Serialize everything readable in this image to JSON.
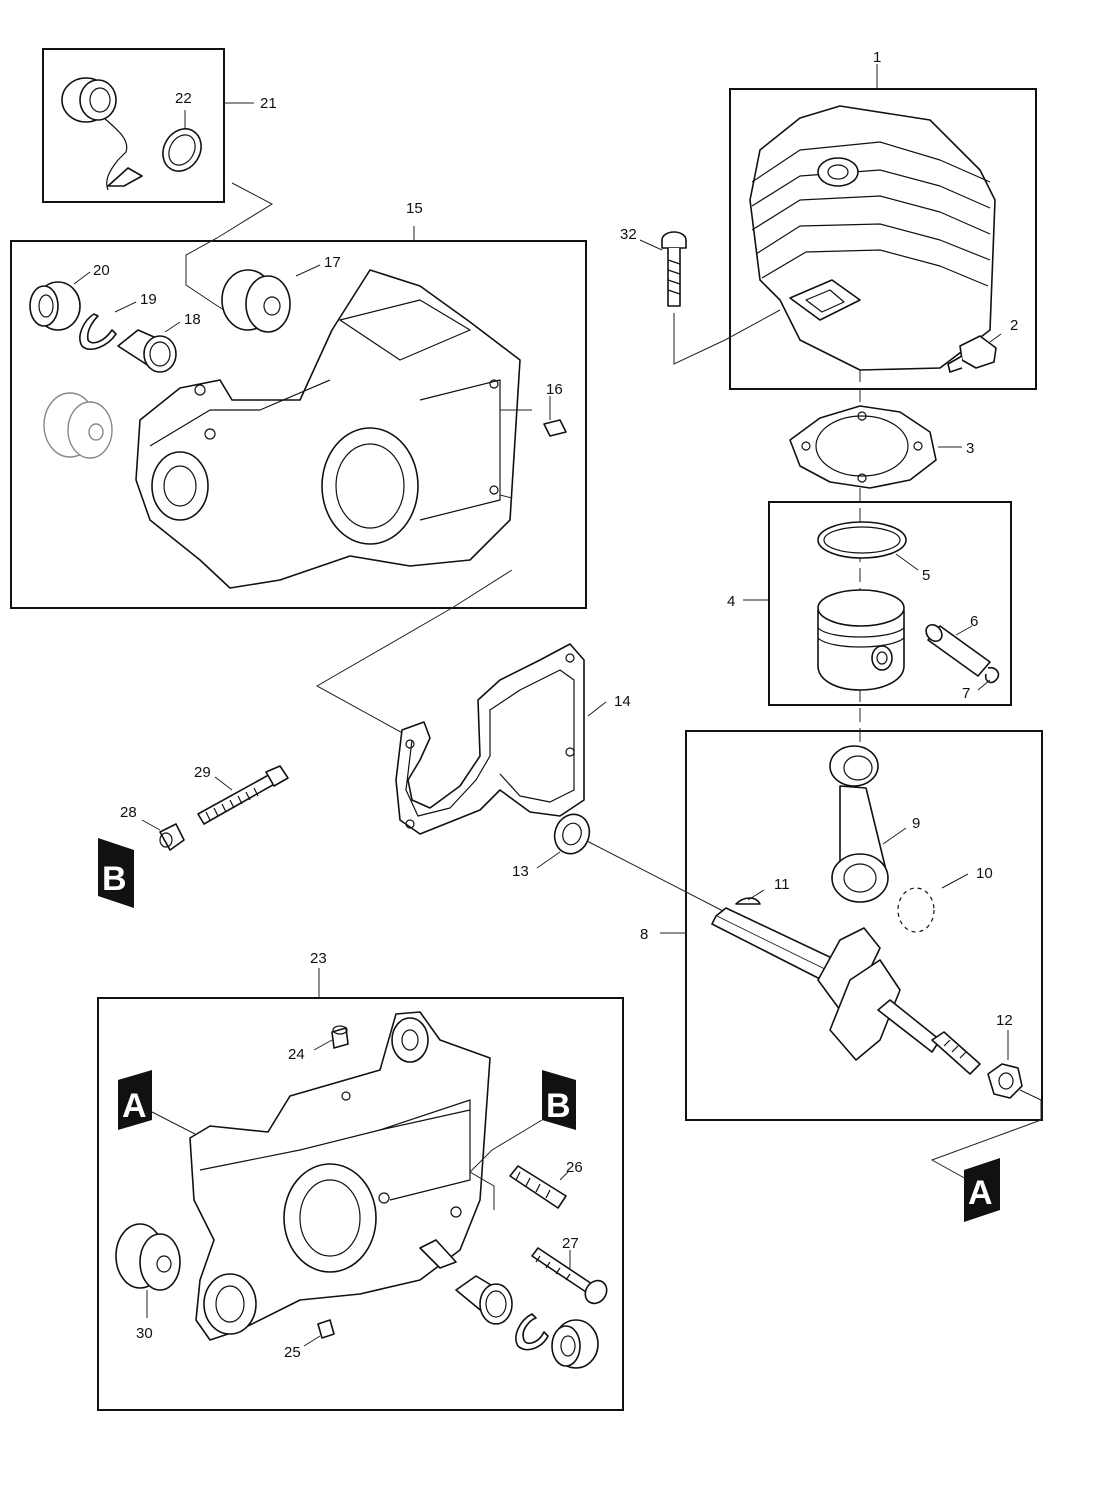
{
  "callouts": {
    "c1": "1",
    "c2": "2",
    "c3": "3",
    "c4": "4",
    "c5": "5",
    "c6": "6",
    "c7": "7",
    "c8": "8",
    "c9": "9",
    "c10": "10",
    "c11": "11",
    "c12": "12",
    "c13": "13",
    "c14": "14",
    "c15": "15",
    "c16": "16",
    "c17": "17",
    "c18": "18",
    "c19": "19",
    "c20": "20",
    "c21": "21",
    "c22": "22",
    "c23": "23",
    "c24": "24",
    "c25": "25",
    "c26": "26",
    "c27": "27",
    "c28": "28",
    "c29": "29",
    "c30": "30",
    "c32": "32"
  },
  "reference_markers": {
    "ref_a_left": "A",
    "ref_b_right": "B",
    "ref_b_left": "B",
    "ref_a_bottom": "A"
  }
}
